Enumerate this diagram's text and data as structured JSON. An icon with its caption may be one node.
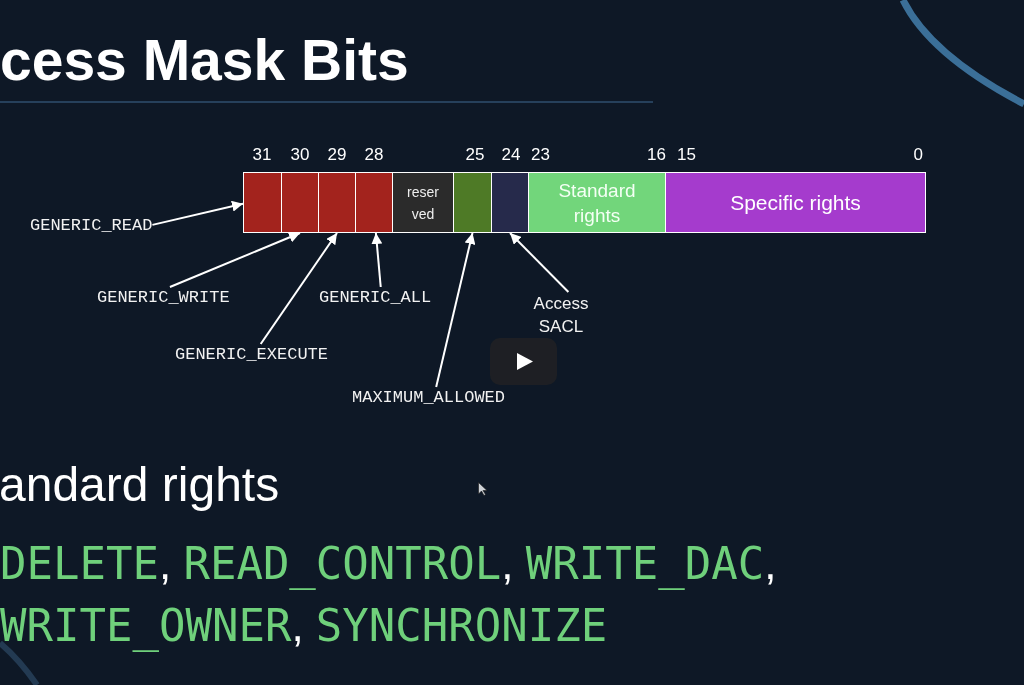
{
  "diagram": {
    "title": "cess Mask Bits",
    "nodes": [
      {
        "text": [],
        "shape": "box",
        "beside": [
          "31"
        ]
      },
      {
        "text": [],
        "shape": "box",
        "beside": [
          "30"
        ]
      },
      {
        "text": [],
        "shape": "box",
        "beside": [
          "29"
        ]
      },
      {
        "text": [],
        "shape": "box",
        "beside": [
          "28"
        ]
      },
      {
        "text": [
          "reser ved"
        ]
      },
      {
        "text": [],
        "shape": "box",
        "beside": [
          "25"
        ]
      },
      {
        "text": [],
        "shape": "box",
        "beside": [
          "24"
        ]
      },
      {
        "text": [
          "Standard rights"
        ],
        "beside": [
          "23",
          "16"
        ]
      },
      {
        "text": [
          "Specific rights"
        ],
        "beside": [
          "15",
          "0"
        ]
      },
      {
        "text": [
          "GENERIC_READ"
        ]
      },
      {
        "text": [
          "GENERIC_WRITE"
        ]
      },
      {
        "text": [
          "GENERIC_EXECUTE"
        ]
      },
      {
        "text": [
          "GENERIC_ALL"
        ]
      },
      {
        "text": [
          "MAXIMUM_ALLOWED"
        ]
      },
      {
        "text": [
          "Access SACL"
        ]
      }
    ],
    "edges": [
      {
        "from": 9,
        "to": 0,
        "arrow": "to"
      },
      {
        "from": 10,
        "to": 1,
        "arrow": "to"
      },
      {
        "from": 11,
        "to": 2,
        "arrow": "to"
      },
      {
        "from": 12,
        "to": 3,
        "arrow": "to"
      },
      {
        "from": 13,
        "to": 5,
        "arrow": "to"
      },
      {
        "from": 14,
        "to": 6,
        "arrow": "to"
      }
    ],
    "labels": [
      "andard rights",
      "DELETE, READ_CONTROL, WRITE_DAC, WRITE_OWNER, SYNCHRONIZE"
    ]
  }
}
